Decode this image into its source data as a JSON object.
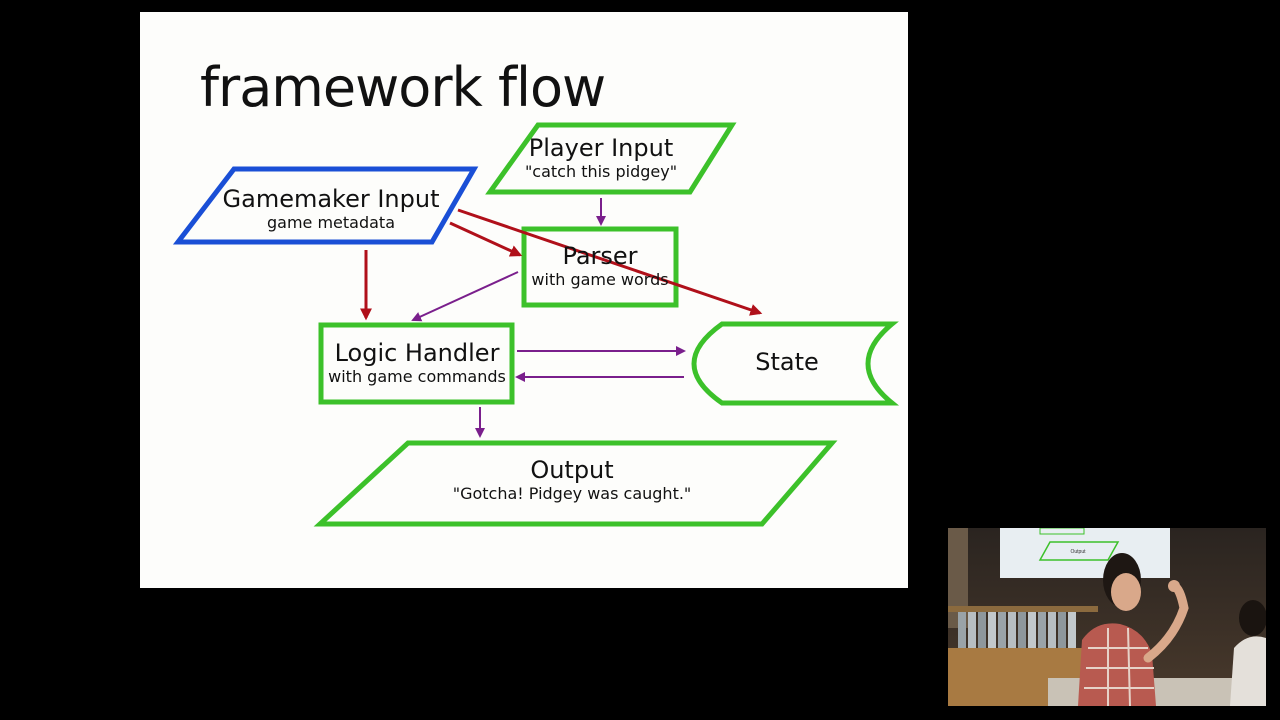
{
  "slide": {
    "title": "framework flow"
  },
  "nodes": {
    "gamemaker_input": {
      "label": "Gamemaker Input",
      "sublabel": "game metadata"
    },
    "player_input": {
      "label": "Player Input",
      "sublabel": "\"catch this pidgey\""
    },
    "parser": {
      "label": "Parser",
      "sublabel": "with game words"
    },
    "logic_handler": {
      "label": "Logic Handler",
      "sublabel": "with game commands"
    },
    "state": {
      "label": "State"
    },
    "output": {
      "label": "Output",
      "sublabel": "\"Gotcha! Pidgey was caught.\""
    }
  },
  "colors": {
    "gamemaker_border": "#1a4fd6",
    "node_border": "#3cc12a",
    "gamemaker_arrow": "#b0101a",
    "flow_arrow": "#7a1f8c",
    "slide_background": "#fdfdfb"
  },
  "video_inset": {
    "mini_slide_label": "Output"
  }
}
